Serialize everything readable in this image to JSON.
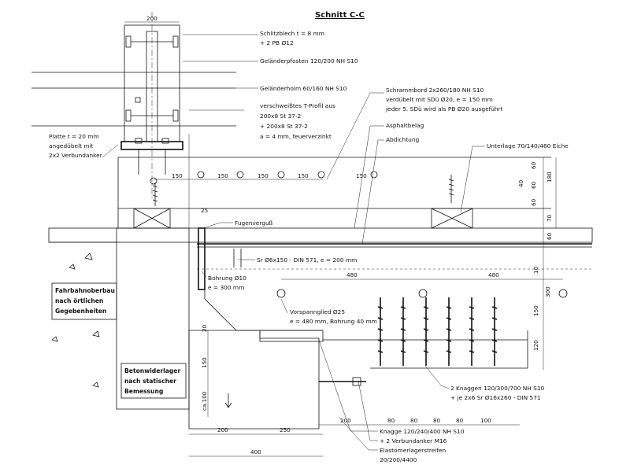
{
  "title": "Schnitt C-C",
  "callouts": {
    "schlitzblech_1": "Schlitzblech t = 8 mm",
    "schlitzblech_2": "+ 2 PB Ø12",
    "gelaenderpfosten": "Geländerpfosten 120/200 NH S10",
    "gelaenderholm": "Geländerholm 60/160 NH S10",
    "t_profil_1": "verschweißtes T-Profil aus",
    "t_profil_2": "200x8 St 37-2",
    "t_profil_3": "+ 200x8 St 37-2",
    "t_profil_4": "a = 4 mm, feuerverzinkt",
    "platte_1": "Platte t = 20 mm",
    "platte_2": "angedübelt mit",
    "platte_3": "2x2 Verbundanker",
    "schrammbord_1": "Schrammbord 2x260/180 NH S10",
    "schrammbord_2": "verdübelt mit SDü Ø20, e = 150 mm",
    "schrammbord_3": "jeder 5. SDü wird als PB Ø20 ausgeführt",
    "asphaltbelag": "Asphaltbelag",
    "abdichtung": "Abdichtung",
    "unterlage": "Unterlage 70/140/460 Eiche",
    "fugenverguss": "Fugenverguß",
    "sr_schraube": "Sr Ø6x150 - DIN 571, e = 200 mm",
    "bohrung_1": "Bohrung Ø10",
    "bohrung_2": "e = 300 mm",
    "vorspannglied_1": "Vorspannglied Ø25",
    "vorspannglied_2": "e = 480 mm, Bohrung 40 mm",
    "knaggen_1": "2 Knaggen 120/300/700 NH S10",
    "knaggen_2": "+ je 2x6 Sr Ø16x260 - DIN 571",
    "knagge_1": "Knagge 120/240/400 NH S10",
    "knagge_2": "+ 2 Verbundanker M16",
    "elastomer_1": "Elastomerlagerstreifen",
    "elastomer_2": "20/200/4400"
  },
  "boxes": {
    "fahrbahn_1": "Fahrbahnoberbau",
    "fahrbahn_2": "nach örtlichen",
    "fahrbahn_3": "Gegebenheiten",
    "beton_1": "Betonwiderlager",
    "beton_2": "nach statischer",
    "beton_3": "Bemessung"
  },
  "dims": {
    "top_200": "200",
    "s150a": "150",
    "s150b": "150",
    "s150c": "150",
    "s150d": "150",
    "s150e": "150",
    "gap25": "25",
    "d480a": "480",
    "d480b": "480",
    "v60a": "60",
    "v60b": "60",
    "v40": "40",
    "v60c": "60",
    "v180": "180",
    "v70": "70",
    "v60d": "60",
    "v10": "10",
    "v300": "300",
    "v150": "150",
    "v120": "120",
    "h20": "20",
    "h150": "150",
    "hca100": "ca.100",
    "b80a": "80",
    "b80b": "80",
    "b80c": "80",
    "b80d": "80",
    "b100": "100",
    "b200": "200",
    "b250": "250",
    "b200b": "200",
    "b400": "400"
  }
}
